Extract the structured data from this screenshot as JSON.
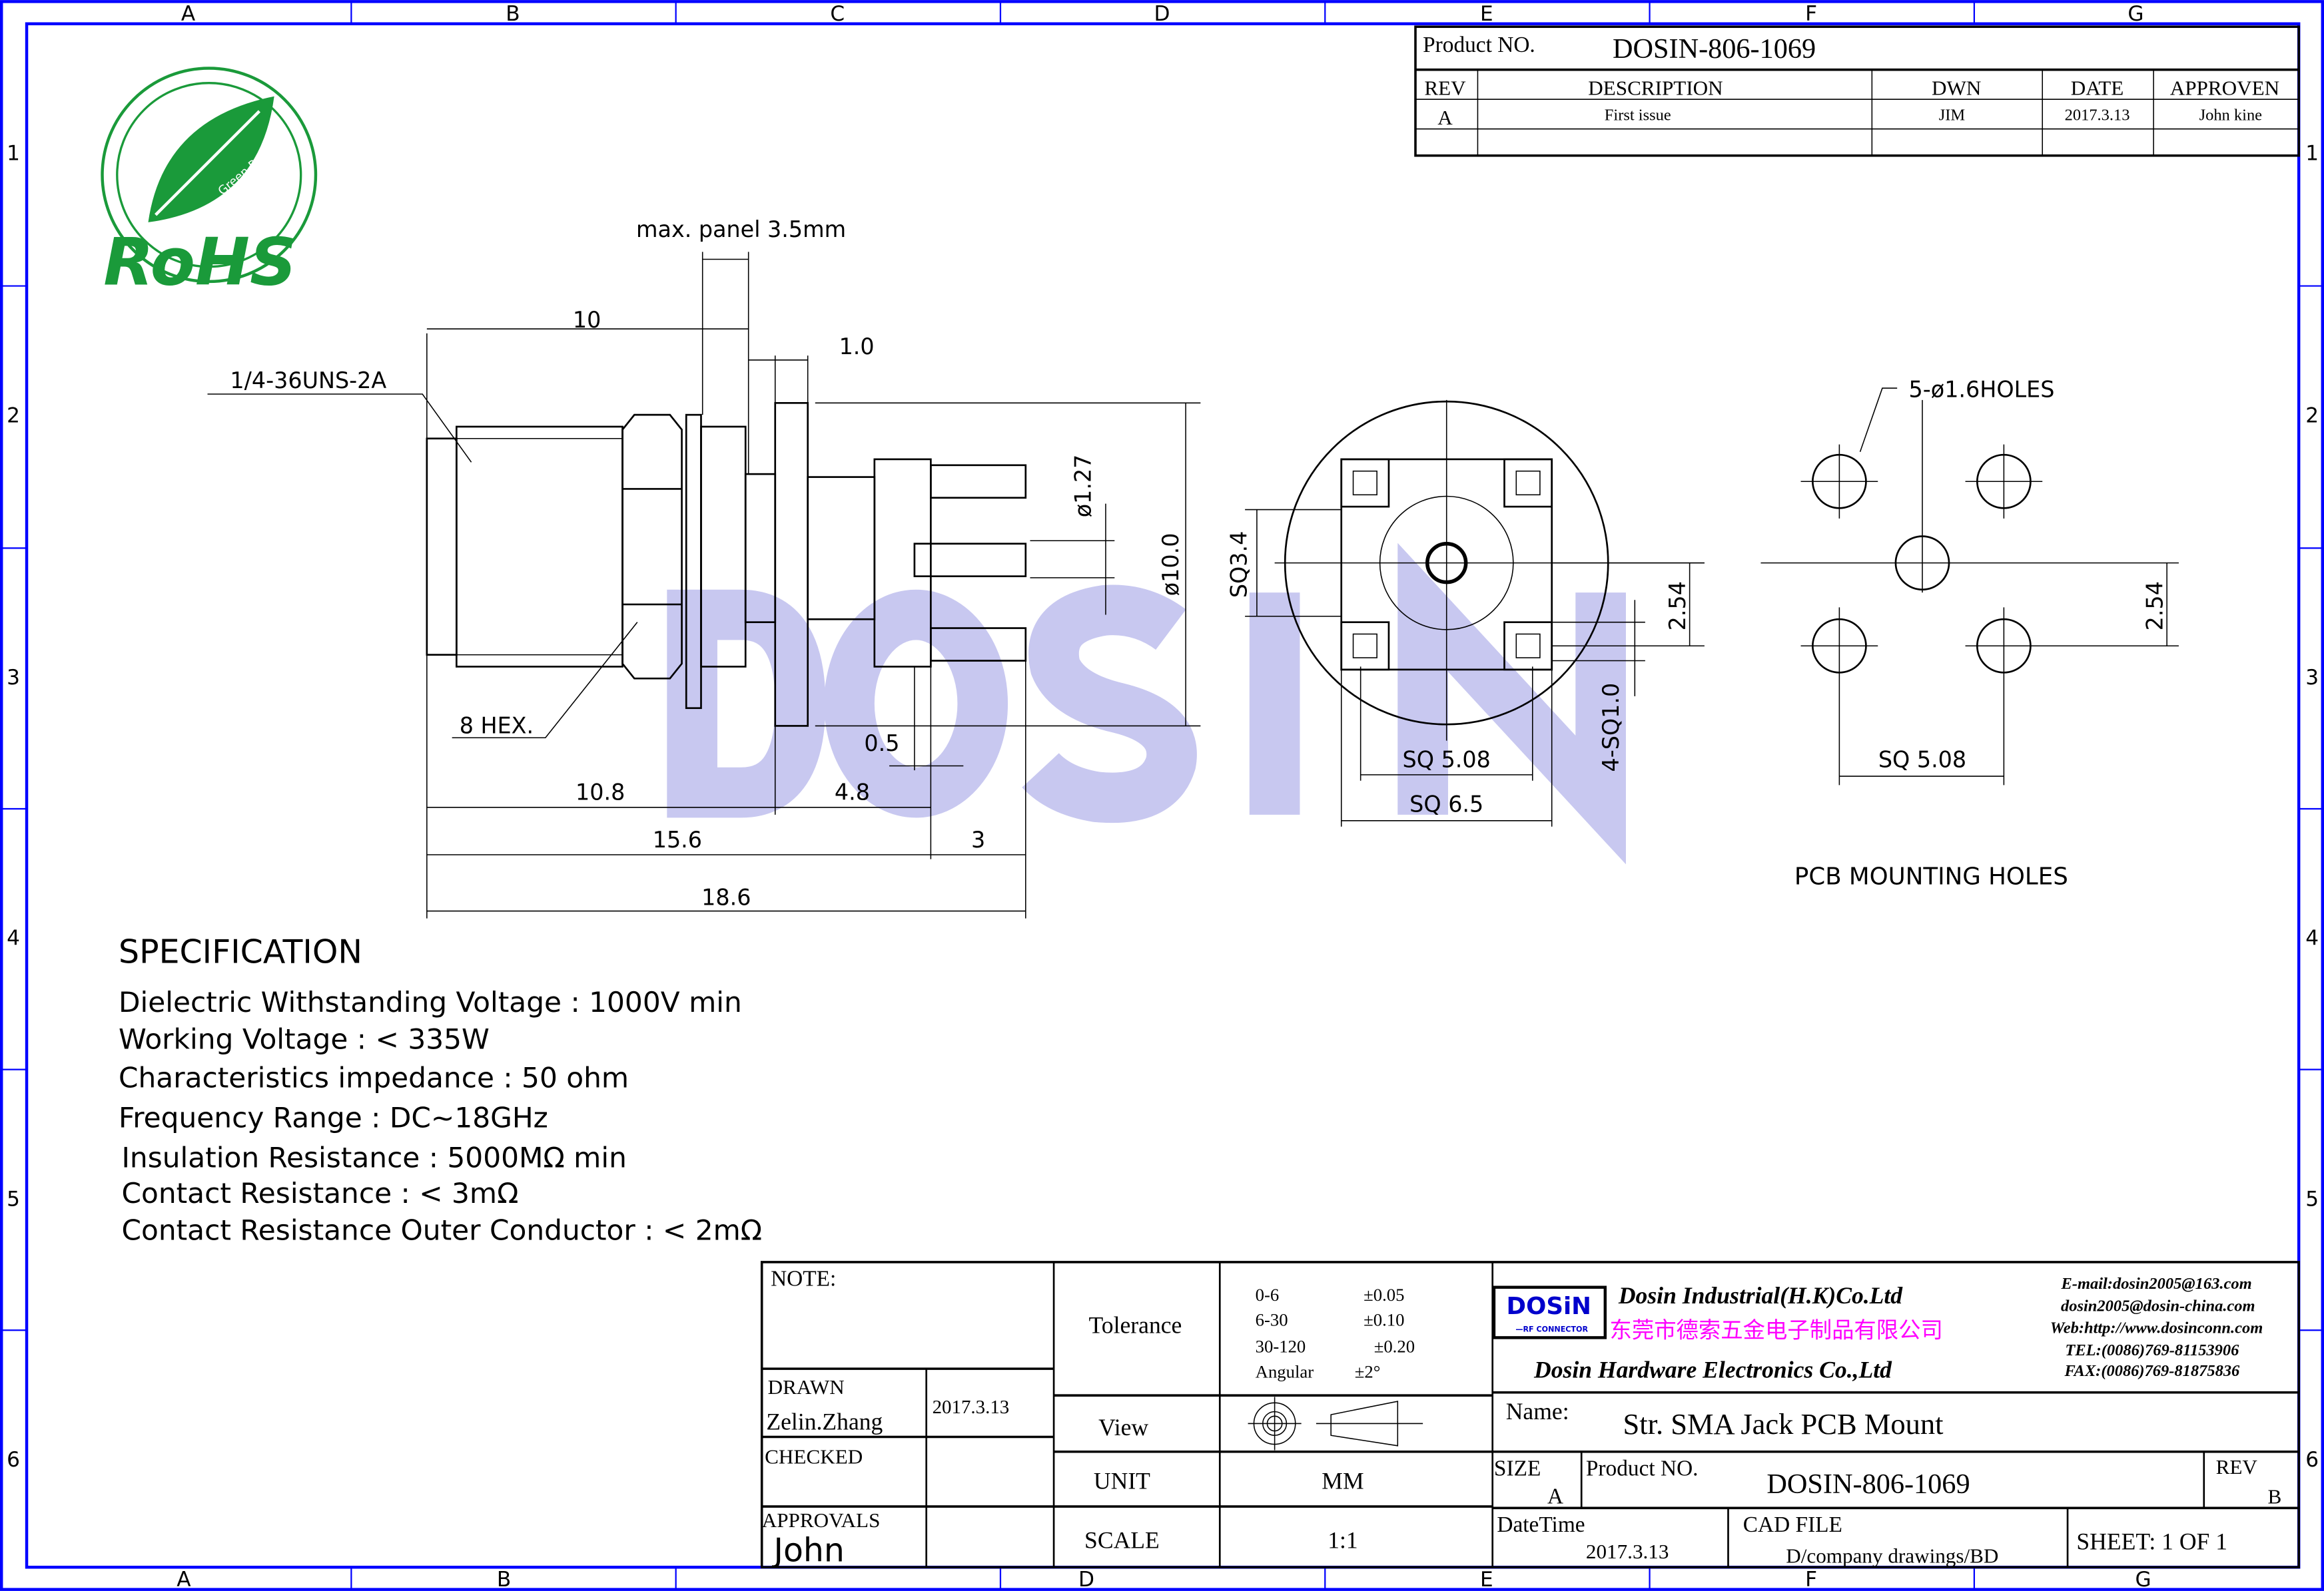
{
  "frame": {
    "columns": [
      "A",
      "B",
      "C",
      "D",
      "E",
      "F",
      "G"
    ],
    "rows": [
      "1",
      "2",
      "3",
      "4",
      "5",
      "6"
    ],
    "border_color": "#0000ff"
  },
  "logo": {
    "text": "RoHS",
    "subtext": "Green Product",
    "color": "#1a9a3a"
  },
  "watermark": {
    "text": "DOSIN",
    "color": "#c8c8f0"
  },
  "revision_block": {
    "product_label": "Product NO.",
    "product_no": "DOSIN-806-1069",
    "headers": [
      "REV",
      "DESCRIPTION",
      "DWN",
      "DATE",
      "APPROVEN"
    ],
    "rows": [
      [
        "A",
        "First issue",
        "JIM",
        "2017.3.13",
        "John kine"
      ]
    ]
  },
  "dimensions": {
    "max_panel": "max. panel 3.5mm",
    "d10": "10",
    "d1_0": "1.0",
    "thread": "1/4-36UNS-2A",
    "hex": "8 HEX.",
    "pin_dia": "ø1.27",
    "body_dia": "ø10.0",
    "d0_5": "0.5",
    "d10_8": "10.8",
    "d4_8": "4.8",
    "d15_6": "15.6",
    "d3": "3",
    "d18_6": "18.6",
    "sq3_4": "SQ3.4",
    "d2_54_a": "2.54",
    "sq1_0": "4-SQ1.0",
    "sq5_08_a": "SQ 5.08",
    "sq6_5": "SQ 6.5",
    "holes": "5-ø1.6HOLES",
    "d2_54_b": "2.54",
    "sq5_08_b": "SQ 5.08",
    "pcb_caption": "PCB MOUNTING HOLES"
  },
  "specification": {
    "title": "SPECIFICATION",
    "lines": [
      "Dielectric Withstanding Voltage : 1000V min",
      "Working Voltage : < 335W",
      "Characteristics impedance : 50 ohm",
      "Frequency Range : DC~18GHz",
      "Insulation Resistance : 5000MΩ min",
      "Contact Resistance : < 3mΩ",
      "Contact Resistance Outer Conductor : < 2mΩ"
    ]
  },
  "title_block": {
    "note_label": "NOTE:",
    "drawn_label": "DRAWN",
    "drawn_name": "Zelin.Zhang",
    "drawn_date": "2017.3.13",
    "checked_label": "CHECKED",
    "approvals_label": "APPROVALS",
    "approvals_name": "John",
    "tolerance_label": "Tolerance",
    "tolerances": [
      [
        "0-6",
        "±0.05"
      ],
      [
        "6-30",
        "±0.10"
      ],
      [
        "30-120",
        "±0.20"
      ],
      [
        "Angular",
        "±2°"
      ]
    ],
    "view_label": "View",
    "unit_label": "UNIT",
    "unit_value": "MM",
    "scale_label": "SCALE",
    "scale_value": "1:1",
    "company_logo": "DOSiN",
    "company_logo_sub": "—RF CONNECTOR",
    "company_en": "Dosin Industrial(H.K)Co.Ltd",
    "company_cn": "东莞市德索五金电子制品有限公司",
    "company_en2": "Dosin Hardware Electronics Co.,Ltd",
    "contact": [
      "E-mail:dosin2005@163.com",
      "dosin2005@dosin-china.com",
      "Web:http://www.dosinconn.com",
      "TEL:(0086)769-81153906",
      "FAX:(0086)769-81875836"
    ],
    "name_label": "Name:",
    "name_value": "Str. SMA Jack PCB Mount",
    "size_label": "SIZE",
    "size_value": "A",
    "product_label": "Product NO.",
    "product_no": "DOSIN-806-1069",
    "rev_label": "REV",
    "rev_value": "B",
    "datetime_label": "DateTime",
    "datetime_value": "2017.3.13",
    "cad_label": "CAD FILE",
    "cad_value": "D/company drawings/BD",
    "sheet": "SHEET: 1 OF 1",
    "cn_color": "#ff00ff",
    "logo_color": "#0000cc"
  }
}
